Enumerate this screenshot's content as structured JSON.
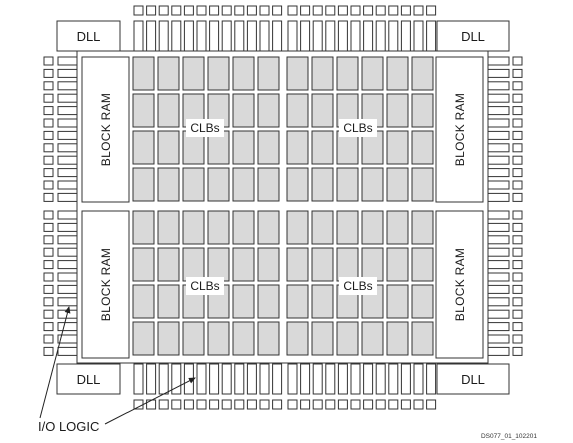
{
  "labels": {
    "dll": "DLL",
    "block_ram": "BLOCK RAM",
    "clbs": "CLBs",
    "io_logic": "I/O LOGIC",
    "figure_id": "DS077_01_102201"
  },
  "colors": {
    "outline": "#333333",
    "clb_fill": "#d9d9d9",
    "background": "#ffffff"
  }
}
